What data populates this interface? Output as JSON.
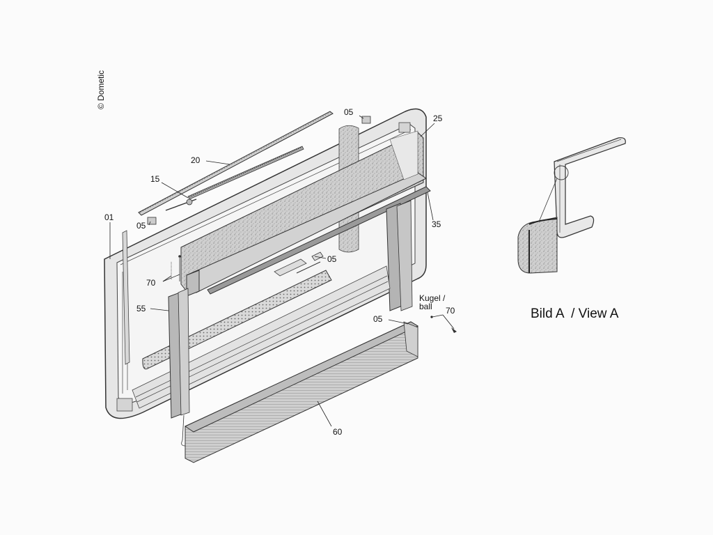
{
  "copyright": "© Dometic",
  "view_caption": "Bild A  / View A",
  "part_labels": {
    "p01": "01",
    "p05_top": "05",
    "p05_left": "05",
    "p05_mid": "05",
    "p05_bottom": "05",
    "p15": "15",
    "p20": "20",
    "p25": "25",
    "p35": "35",
    "p55": "55",
    "p60": "60",
    "p70_left": "70",
    "p70_right": "70",
    "kugel_line1": "Kugel /",
    "kugel_line2": "ball"
  }
}
